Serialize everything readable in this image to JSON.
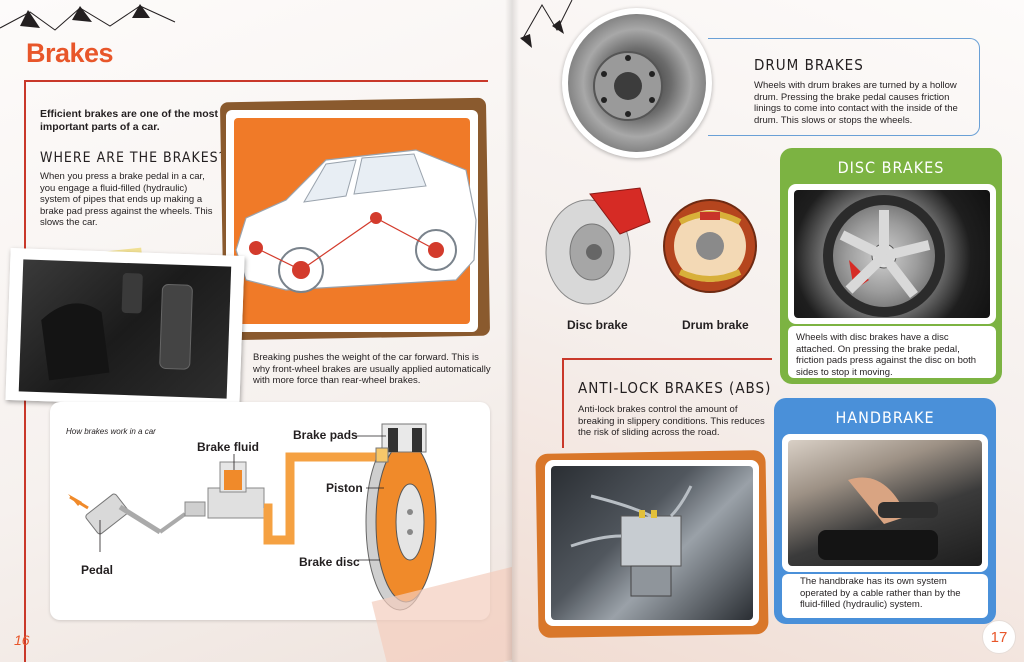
{
  "left_page": {
    "title": "Brakes",
    "intro": "Efficient brakes are one of the most important parts of a car.",
    "where_heading": "WHERE ARE THE BRAKES?",
    "where_text": "When you press a brake pedal in a car, you engage a fluid-filled (hydraulic) system of pipes that ends up making a brake pad press against the wheels. This slows the car.",
    "weight_caption": "Breaking pushes the weight of the car forward. This is why front-wheel brakes are usually applied automatically with more force than rear-wheel brakes.",
    "diagram": {
      "title": "How brakes work in a car",
      "labels": {
        "brake_fluid": "Brake fluid",
        "brake_pads": "Brake pads",
        "piston": "Piston",
        "brake_disc": "Brake disc",
        "pedal": "Pedal"
      }
    },
    "page_number": "16"
  },
  "right_page": {
    "drum_heading": "DRUM BRAKES",
    "drum_text": "Wheels with drum brakes are turned by a hollow drum. Pressing the brake pedal causes friction linings to come into contact with the inside of the drum. This slows or stops the wheels.",
    "disc_brake_label": "Disc brake",
    "drum_brake_label": "Drum brake",
    "disc_heading": "DISC BRAKES",
    "disc_text": "Wheels with disc brakes have a disc attached. On pressing the brake pedal, friction pads press against the disc on both sides to stop it moving.",
    "abs_heading": "ANTI-LOCK BRAKES (ABS)",
    "abs_text": "Anti-lock brakes control the amount of breaking in slippery conditions. This reduces the risk of sliding across the road.",
    "handbrake_heading": "HANDBRAKE",
    "handbrake_text": "The handbrake has its own system operated by a cable rather than by the fluid-filled (hydraulic) system.",
    "page_number": "17"
  },
  "colors": {
    "accent_orange": "#e8562a",
    "rule_red": "#c9382a",
    "disc_green": "#7cb342",
    "handbrake_blue": "#4a90d9",
    "frame_brown": "#8a5a2e"
  }
}
